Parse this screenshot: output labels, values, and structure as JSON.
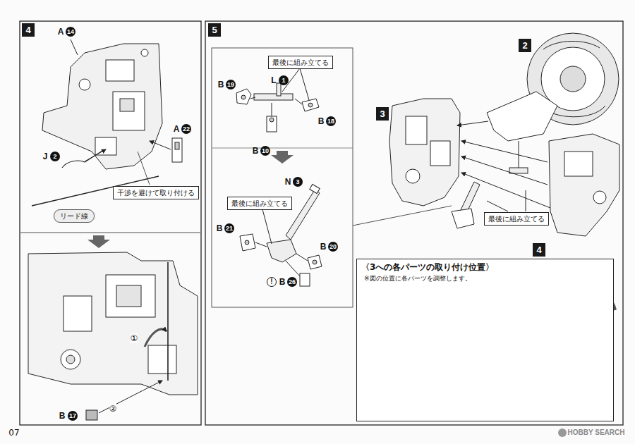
{
  "diagram": {
    "nodes": [
      {
        "text": [
          "4"
        ]
      },
      {
        "text": [
          "干渉を避けて取り付ける"
        ]
      },
      {
        "text": [
          "リード線"
        ]
      },
      {
        "text": [
          "5"
        ]
      },
      {
        "text": [
          "最後に組み立てる"
        ]
      },
      {
        "text": [
          "最後に組み立てる"
        ]
      },
      {
        "text": [
          "2"
        ]
      },
      {
        "text": [
          "3"
        ]
      },
      {
        "text": [
          "最後に組み立てる"
        ]
      },
      {
        "text": [
          "4"
        ]
      },
      {
        "text": [
          "〈3への各パーツの取り付け位置〉",
          "※図の位置に各パーツを調整します。"
        ]
      }
    ],
    "labels": [
      "A",
      "14",
      "A",
      "22",
      "J",
      "2",
      "①",
      "②",
      "B",
      "17",
      "B",
      "19",
      "L",
      "1",
      "B",
      "18",
      "B",
      "10",
      "N",
      "3",
      "B",
      "21",
      "B",
      "20",
      "!",
      "B",
      "26",
      "07",
      "HOBBY SEARCH"
    ]
  }
}
